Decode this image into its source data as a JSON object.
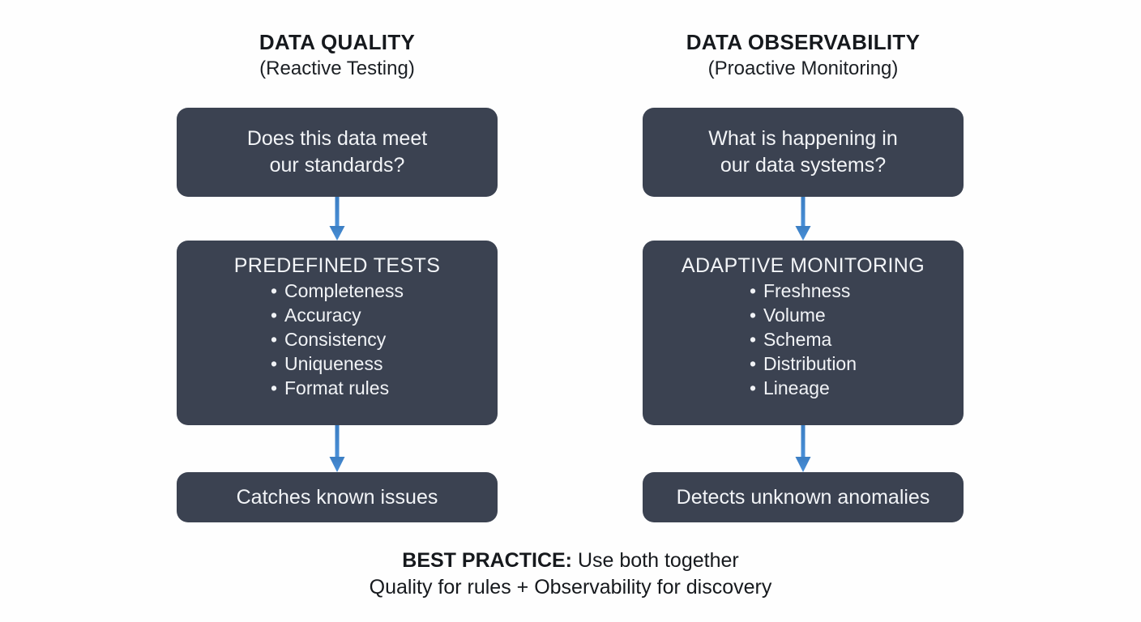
{
  "canvas": {
    "background_color": "#fefefe",
    "box_color": "#3b4251",
    "arrow_color": "#3d7fc4",
    "text_color": "#16191d",
    "box_text_color": "#f2f4f7"
  },
  "columns": [
    {
      "id": "data-quality",
      "title": "DATA QUALITY",
      "subtitle": "(Reactive Testing)",
      "question": "Does this data meet our standards?",
      "question_lines": [
        "Does this data meet",
        "our standards?"
      ],
      "list_title": "PREDEFINED TESTS",
      "list_items": [
        "Completeness",
        "Accuracy",
        "Consistency",
        "Uniqueness",
        "Format rules"
      ],
      "outcome": "Catches known issues",
      "arrow_1": "down-arrow",
      "arrow_2": "down-arrow"
    },
    {
      "id": "data-observability",
      "title": "DATA OBSERVABILITY",
      "subtitle": "(Proactive Monitoring)",
      "question": "What is happening in our data systems?",
      "question_lines": [
        "What is happening in",
        "our data systems?"
      ],
      "list_title": "ADAPTIVE MONITORING",
      "list_items": [
        "Freshness",
        "Volume",
        "Schema",
        "Distribution",
        "Lineage"
      ],
      "outcome": "Detects unknown anomalies",
      "arrow_1": "down-arrow",
      "arrow_2": "down-arrow"
    }
  ],
  "footer": {
    "line1_strong": "BEST PRACTICE:",
    "line1_rest": " Use both together",
    "line2": "Quality for rules + Observability for discovery"
  },
  "bullet_glyph": "•"
}
